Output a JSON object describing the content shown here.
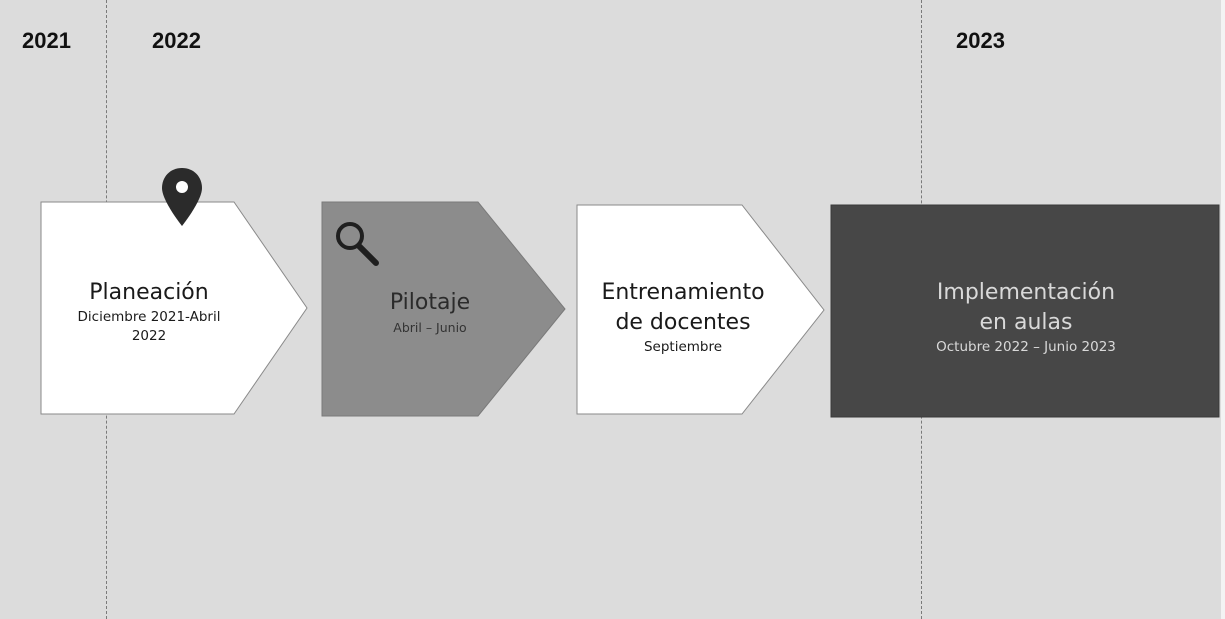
{
  "years": {
    "y2021": "2021",
    "y2022": "2022",
    "y2023": "2023"
  },
  "stages": [
    {
      "title": "Planeación",
      "dates_line1": "Diciembre 2021-Abril",
      "dates_line2": "2022",
      "icon": "map-pin-icon",
      "fill": "#ffffff"
    },
    {
      "title": "Pilotaje",
      "dates": "Abril – Junio",
      "icon": "magnifier-icon",
      "fill": "#8c8c8c"
    },
    {
      "title_line1": "Entrenamiento",
      "title_line2": "de docentes",
      "dates": "Septiembre",
      "fill": "#ffffff"
    },
    {
      "title_line1": "Implementación",
      "title_line2": "en aulas",
      "dates": "Octubre 2022 – Junio 2023",
      "fill": "#474747"
    }
  ],
  "colors": {
    "background": "#dcdcdc",
    "divider": "#7a7a7a",
    "icon": "#2b2b2b"
  }
}
